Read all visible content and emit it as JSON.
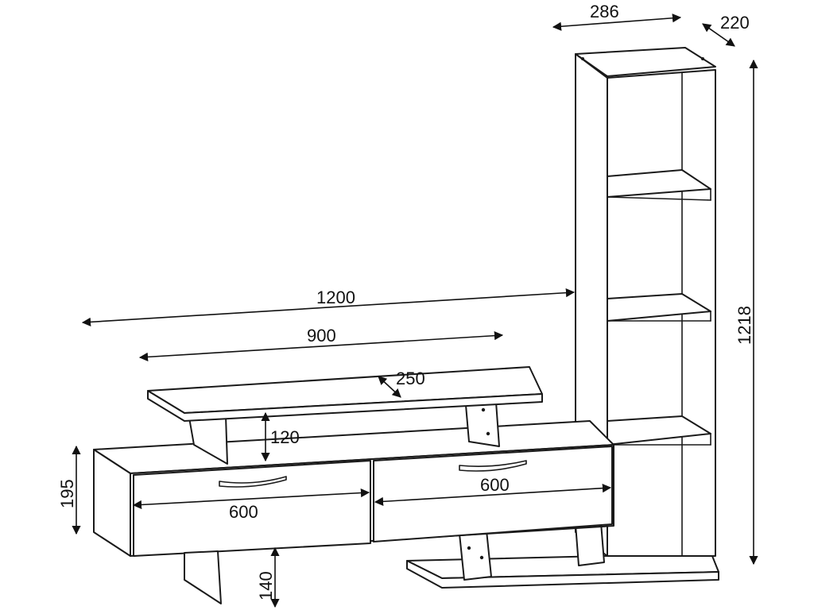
{
  "figure": {
    "type": "furniture dimension drawing",
    "dimensions": {
      "bookcase_width": "286",
      "bookcase_depth": "220",
      "bookcase_height": "1218",
      "overall_width": "1200",
      "top_shelf_width": "900",
      "top_shelf_depth": "250",
      "top_shelf_clearance": "120",
      "cabinet_height": "195",
      "drawer_left_width": "600",
      "drawer_right_width": "600",
      "leg_height": "140"
    }
  }
}
